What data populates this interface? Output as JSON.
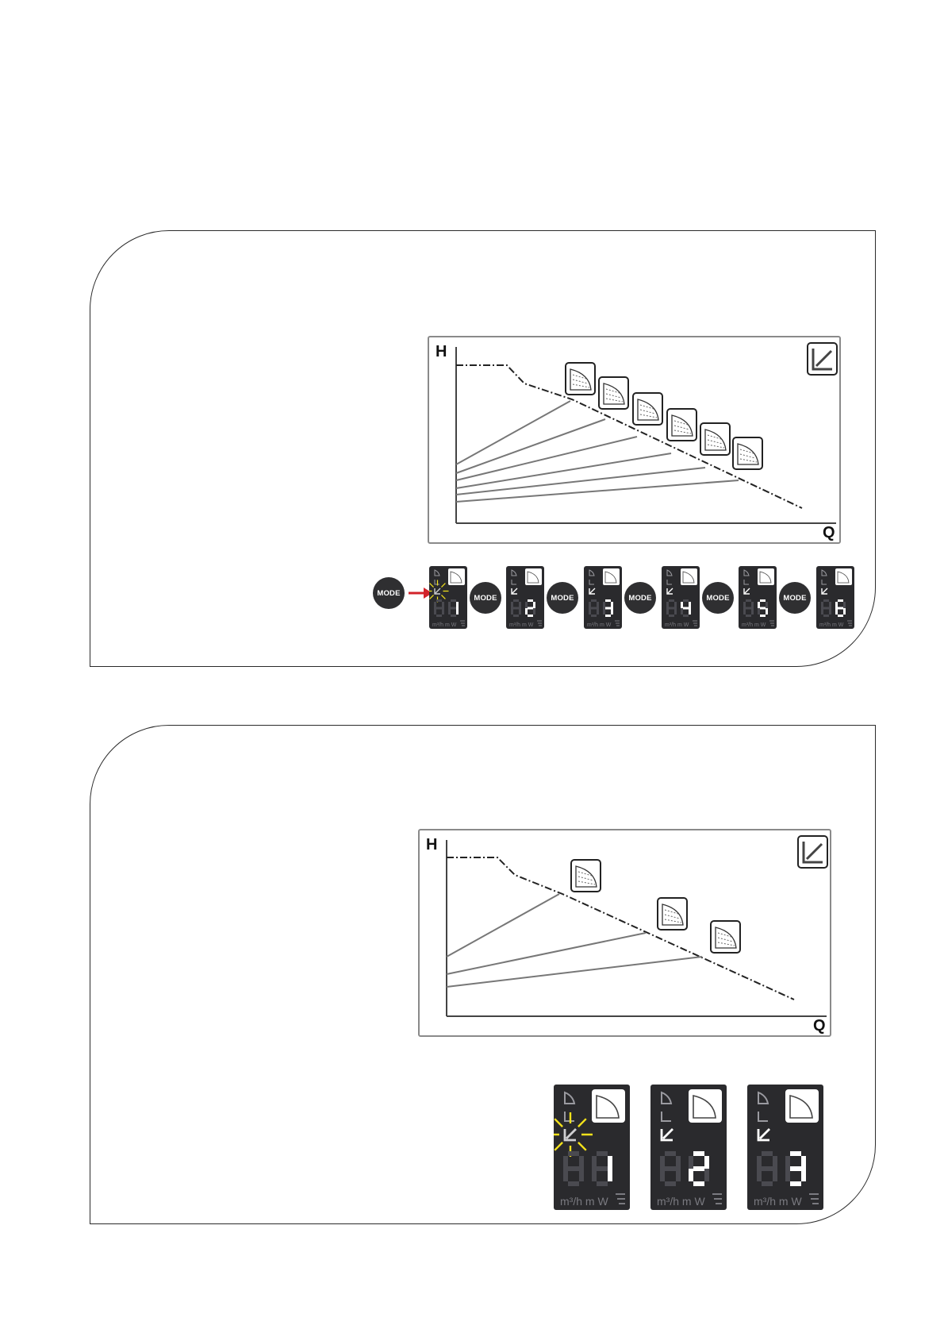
{
  "panel_top": {
    "chart": {
      "y_axis_label": "H",
      "x_axis_label": "Q",
      "curve_count": 6
    },
    "sequence": {
      "mode_label": "MODE",
      "steps": [
        {
          "digit": "1",
          "blinking": true
        },
        {
          "digit": "2",
          "blinking": false
        },
        {
          "digit": "3",
          "blinking": false
        },
        {
          "digit": "4",
          "blinking": false
        },
        {
          "digit": "5",
          "blinking": false
        },
        {
          "digit": "6",
          "blinking": false
        }
      ],
      "units": "m³/h m  W"
    }
  },
  "panel_bottom": {
    "chart": {
      "y_axis_label": "H",
      "x_axis_label": "Q",
      "curve_count": 3
    },
    "displays": [
      {
        "digit": "1",
        "blinking": true
      },
      {
        "digit": "2",
        "blinking": false
      },
      {
        "digit": "3",
        "blinking": false
      }
    ],
    "units": "m³/h m  W"
  },
  "colors": {
    "lcd_bg": "#2a2a2d",
    "segment_on": "#ffffff",
    "segment_off": "#4a4a50",
    "blink": "#f2e11b",
    "arrow": "#d2232a"
  }
}
